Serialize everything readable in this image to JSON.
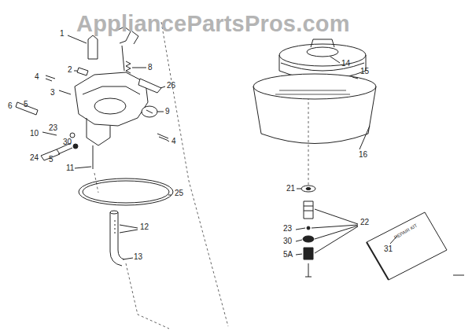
{
  "diagram": {
    "labels": [
      "AppliancePartsPros.com",
      "1",
      "2",
      "4",
      "3",
      "5",
      "6",
      "8",
      "26",
      "9",
      "4",
      "10",
      "23",
      "30",
      "24",
      "5",
      "11",
      "25",
      "12",
      "13",
      "14",
      "15",
      "16",
      "21",
      "22",
      "23",
      "30",
      "5A",
      "31",
      "REPAIR KIT"
    ]
  }
}
